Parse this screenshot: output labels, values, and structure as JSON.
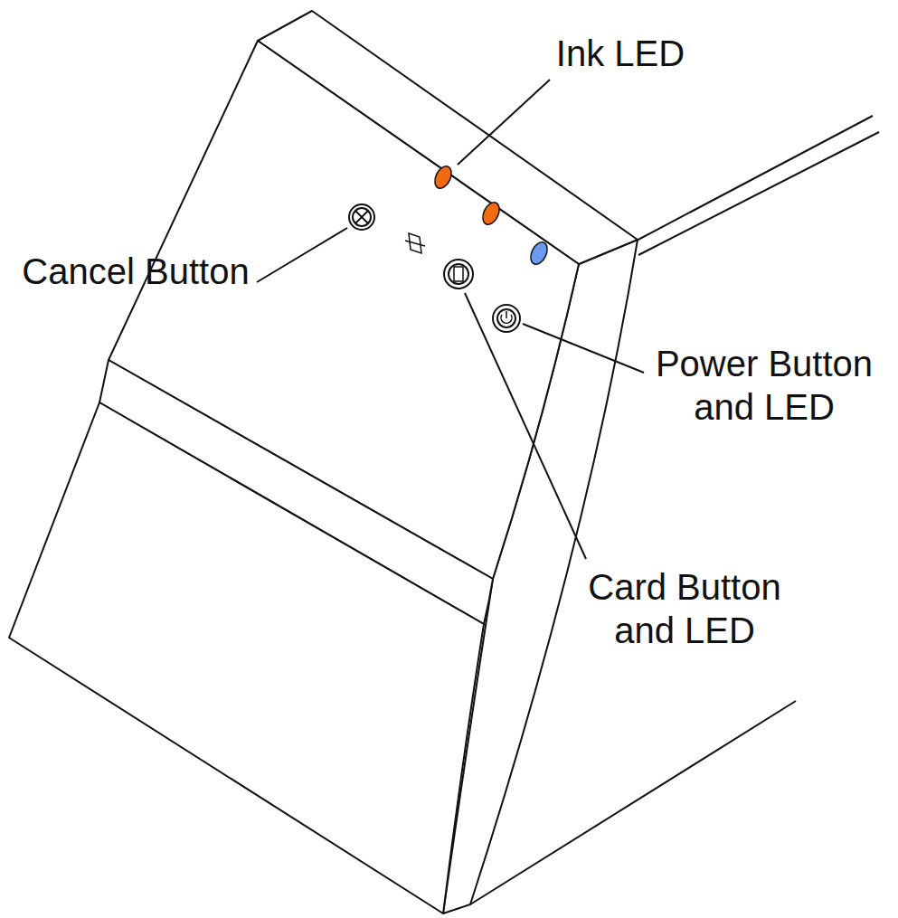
{
  "diagram": {
    "labels": [
      "Ink LED",
      "Cancel Button",
      "Power Button and LED",
      "Card Button and LED"
    ]
  }
}
